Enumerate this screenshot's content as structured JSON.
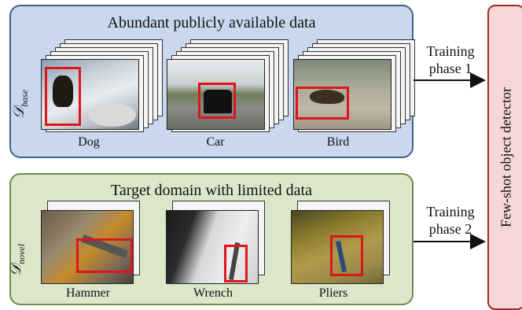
{
  "base_panel": {
    "title": "Abundant publicly available data",
    "domain_symbol": "𝒟",
    "domain_subscript": "base",
    "examples": [
      {
        "caption": "Dog"
      },
      {
        "caption": "Car"
      },
      {
        "caption": "Bird"
      }
    ]
  },
  "novel_panel": {
    "title": "Target domain with limited data",
    "domain_symbol": "𝒟",
    "domain_subscript": "novel",
    "examples": [
      {
        "caption": "Hammer"
      },
      {
        "caption": "Wrench"
      },
      {
        "caption": "Pliers"
      }
    ]
  },
  "training_phase_1": {
    "line1": "Training",
    "line2": "phase 1"
  },
  "training_phase_2": {
    "line1": "Training",
    "line2": "phase 2"
  },
  "detector": {
    "label": "Few-shot object detector"
  },
  "colors": {
    "base_fill": "#c9d8ee",
    "novel_fill": "#dbe7c8",
    "detector_fill": "#f6d6d6",
    "bbox": "#e0141b"
  }
}
